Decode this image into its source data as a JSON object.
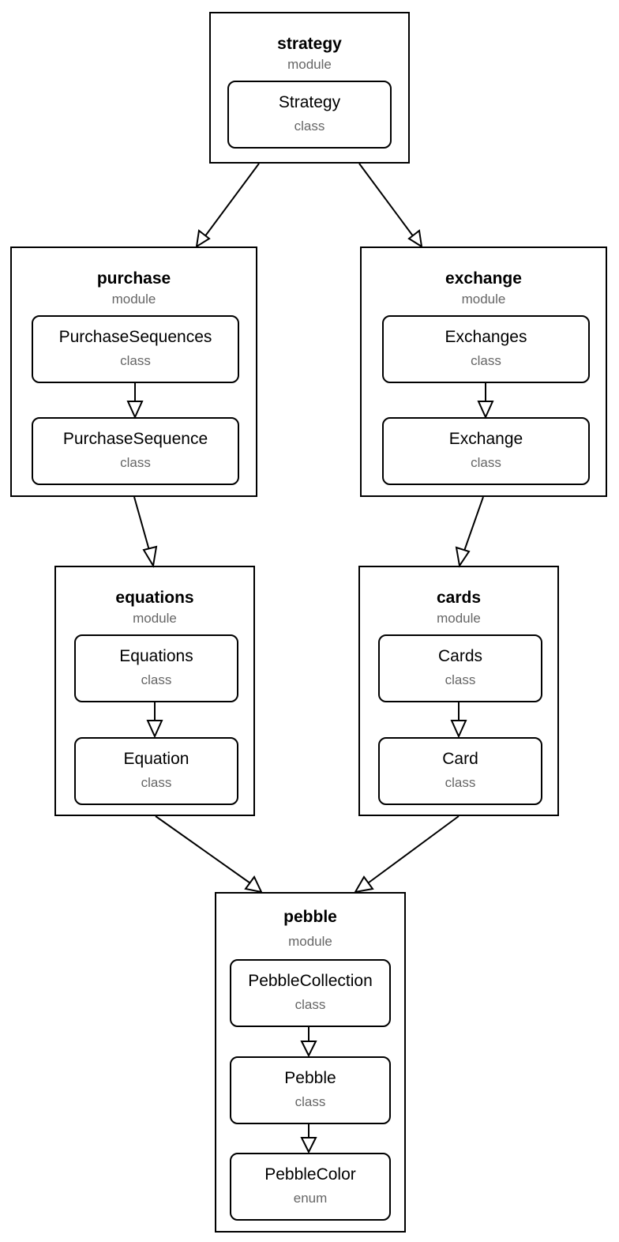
{
  "modules": [
    {
      "id": "strategy",
      "name": "strategy",
      "kind": "module",
      "items": [
        {
          "name": "Strategy",
          "kind": "class"
        }
      ]
    },
    {
      "id": "purchase",
      "name": "purchase",
      "kind": "module",
      "items": [
        {
          "name": "PurchaseSequences",
          "kind": "class"
        },
        {
          "name": "PurchaseSequence",
          "kind": "class"
        }
      ]
    },
    {
      "id": "exchange",
      "name": "exchange",
      "kind": "module",
      "items": [
        {
          "name": "Exchanges",
          "kind": "class"
        },
        {
          "name": "Exchange",
          "kind": "class"
        }
      ]
    },
    {
      "id": "equations",
      "name": "equations",
      "kind": "module",
      "items": [
        {
          "name": "Equations",
          "kind": "class"
        },
        {
          "name": "Equation",
          "kind": "class"
        }
      ]
    },
    {
      "id": "cards",
      "name": "cards",
      "kind": "module",
      "items": [
        {
          "name": "Cards",
          "kind": "class"
        },
        {
          "name": "Card",
          "kind": "class"
        }
      ]
    },
    {
      "id": "pebble",
      "name": "pebble",
      "kind": "module",
      "items": [
        {
          "name": "PebbleCollection",
          "kind": "class"
        },
        {
          "name": "Pebble",
          "kind": "class"
        },
        {
          "name": "PebbleColor",
          "kind": "enum"
        }
      ]
    }
  ],
  "module_dependencies": [
    {
      "from": "strategy",
      "to": "purchase"
    },
    {
      "from": "strategy",
      "to": "exchange"
    },
    {
      "from": "purchase",
      "to": "equations"
    },
    {
      "from": "exchange",
      "to": "cards"
    },
    {
      "from": "equations",
      "to": "pebble"
    },
    {
      "from": "cards",
      "to": "pebble"
    }
  ],
  "class_dependencies": [
    {
      "from": "PurchaseSequences",
      "to": "PurchaseSequence"
    },
    {
      "from": "Exchanges",
      "to": "Exchange"
    },
    {
      "from": "Equations",
      "to": "Equation"
    },
    {
      "from": "Cards",
      "to": "Card"
    },
    {
      "from": "PebbleCollection",
      "to": "Pebble"
    },
    {
      "from": "Pebble",
      "to": "PebbleColor"
    }
  ]
}
